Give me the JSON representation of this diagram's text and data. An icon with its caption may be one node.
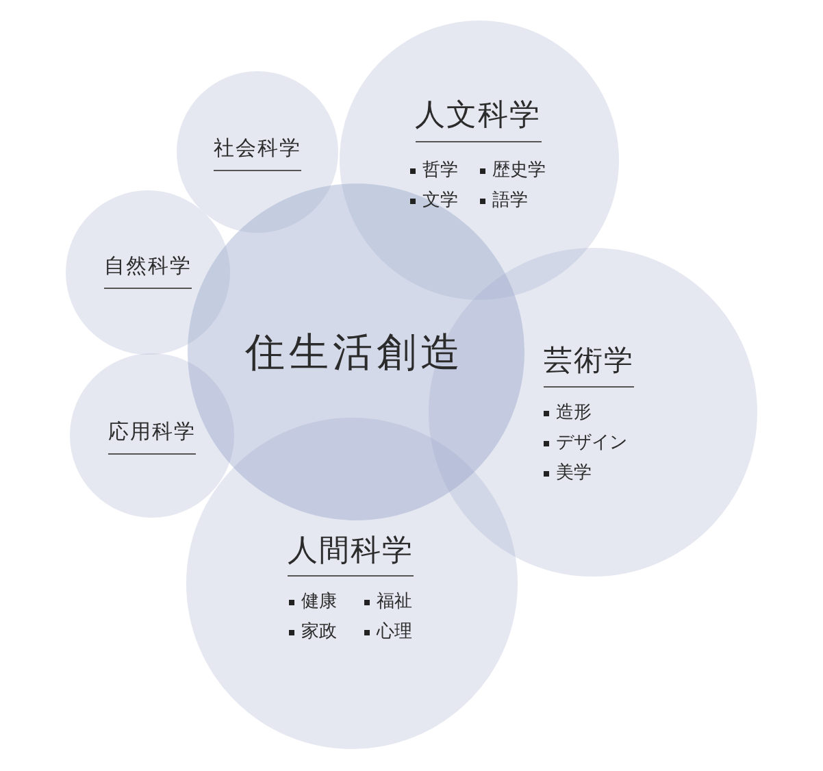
{
  "diagram": {
    "nodes": [
      {
        "text": [
          "人文科学",
          "哲学",
          "歴史学",
          "文学",
          "語学"
        ]
      },
      {
        "text": [
          "社会科学"
        ]
      },
      {
        "text": [
          "自然科学"
        ]
      },
      {
        "text": [
          "住生活創造"
        ]
      },
      {
        "text": [
          "芸術学",
          "造形",
          "デザイン",
          "美学"
        ]
      },
      {
        "text": [
          "応用科学"
        ]
      },
      {
        "text": [
          "人間科学",
          "健康",
          "福祉",
          "家政",
          "心理"
        ]
      }
    ]
  }
}
